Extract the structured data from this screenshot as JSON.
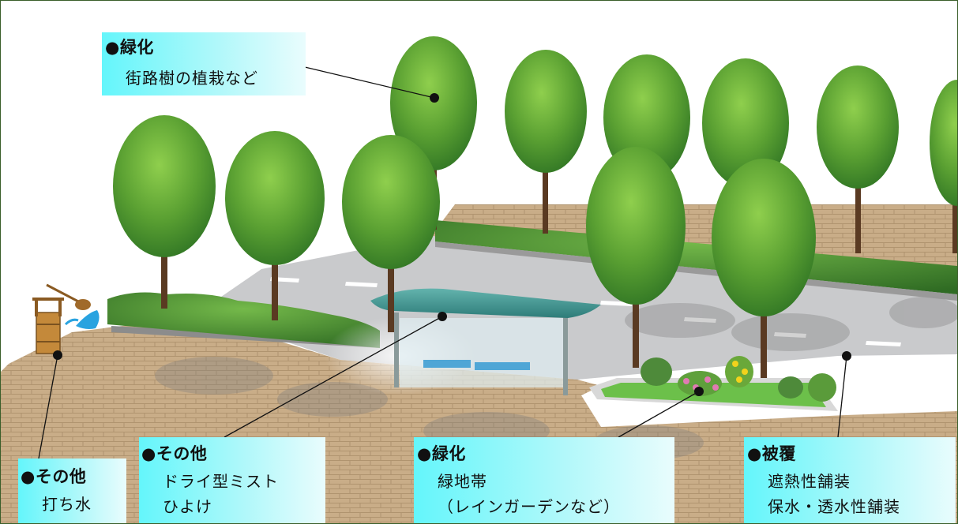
{
  "callouts": {
    "greening_trees": {
      "title": "●緑化",
      "lines": [
        "街路樹の植栽など"
      ]
    },
    "other_mist": {
      "title": "●その他",
      "lines": [
        "ドライ型ミスト",
        "ひよけ"
      ]
    },
    "other_water": {
      "title": "●その他",
      "lines": [
        "打ち水"
      ]
    },
    "greening_belt": {
      "title": "●緑化",
      "lines": [
        "緑地帯",
        "（レインガーデンなど）"
      ]
    },
    "covering": {
      "title": "●被覆",
      "lines": [
        "遮熱性舗装",
        "保水・透水性舗装"
      ]
    }
  },
  "colors": {
    "callout_cyan": "#64f6fb",
    "road": "#c8c9cb",
    "brick": "#c7ab86",
    "tree_green": "#5a9e2f",
    "shelter_roof": "#3f8f8c",
    "frame": "#3a5e2a"
  }
}
